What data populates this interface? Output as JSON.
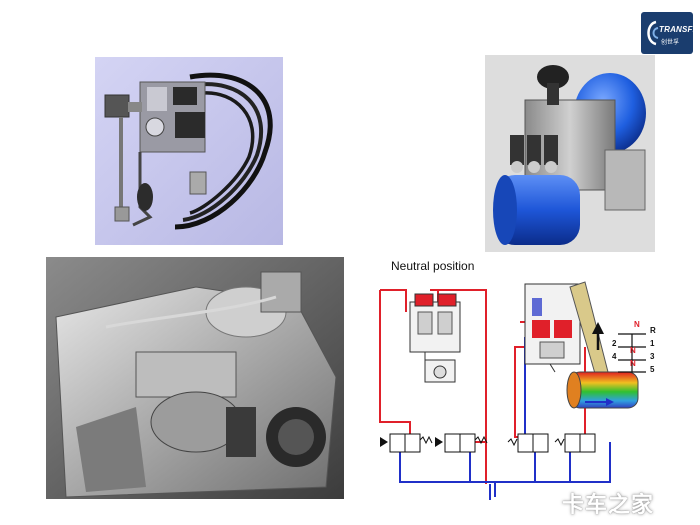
{
  "logo": {
    "brand_text": "TRANSFER",
    "sub_text": "创世孚"
  },
  "diagram": {
    "title": "Neutral position",
    "gear_labels": {
      "n_top": "N",
      "r": "R",
      "g1": "1",
      "g2": "2",
      "g3": "3",
      "g4": "4",
      "g5": "5",
      "n_mid": "N",
      "n_low": "N"
    }
  },
  "watermark": "卡车之家",
  "colors": {
    "pipe_red": "#e0202a",
    "pipe_blue": "#2030c8",
    "logo_bg": "#1a3d6e",
    "photo1_bg": "#c8c8ee",
    "photo2_bg": "#dcdcdc"
  }
}
